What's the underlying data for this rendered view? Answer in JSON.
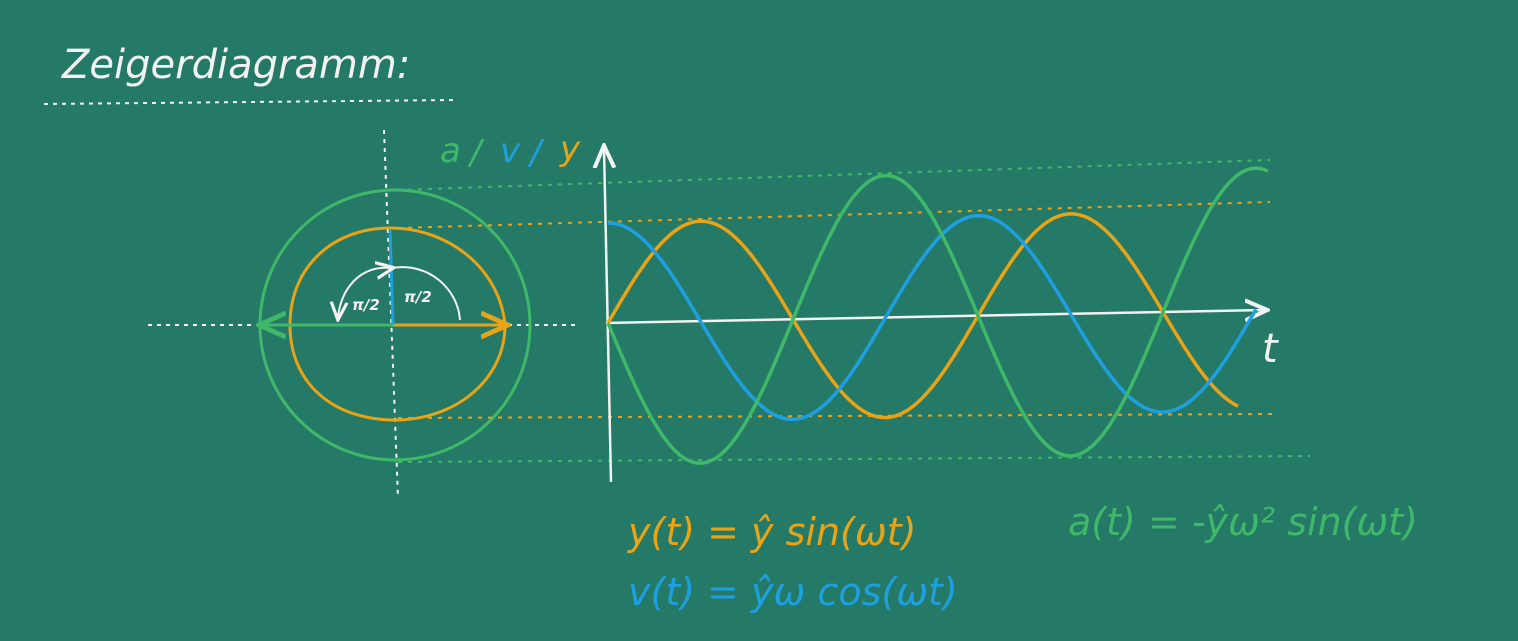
{
  "title": "Zeigerdiagramm:",
  "axes": {
    "y_label": {
      "a": "a",
      "v": "v",
      "y": "y",
      "sep": "/"
    },
    "x_label": "t"
  },
  "phasor": {
    "angle_left": "π/2",
    "angle_right": "π/2"
  },
  "formulas": {
    "y": "y(t) = ŷ sin(ωt)",
    "v": "v(t) = ŷω cos(ωt)",
    "a": "a(t) = -ŷω² sin(ωt)"
  },
  "colors": {
    "background": "#257a67",
    "y": "#e8a317",
    "v": "#1ea0e0",
    "a": "#3fb86a",
    "chalk": "#f2f2f2"
  }
}
